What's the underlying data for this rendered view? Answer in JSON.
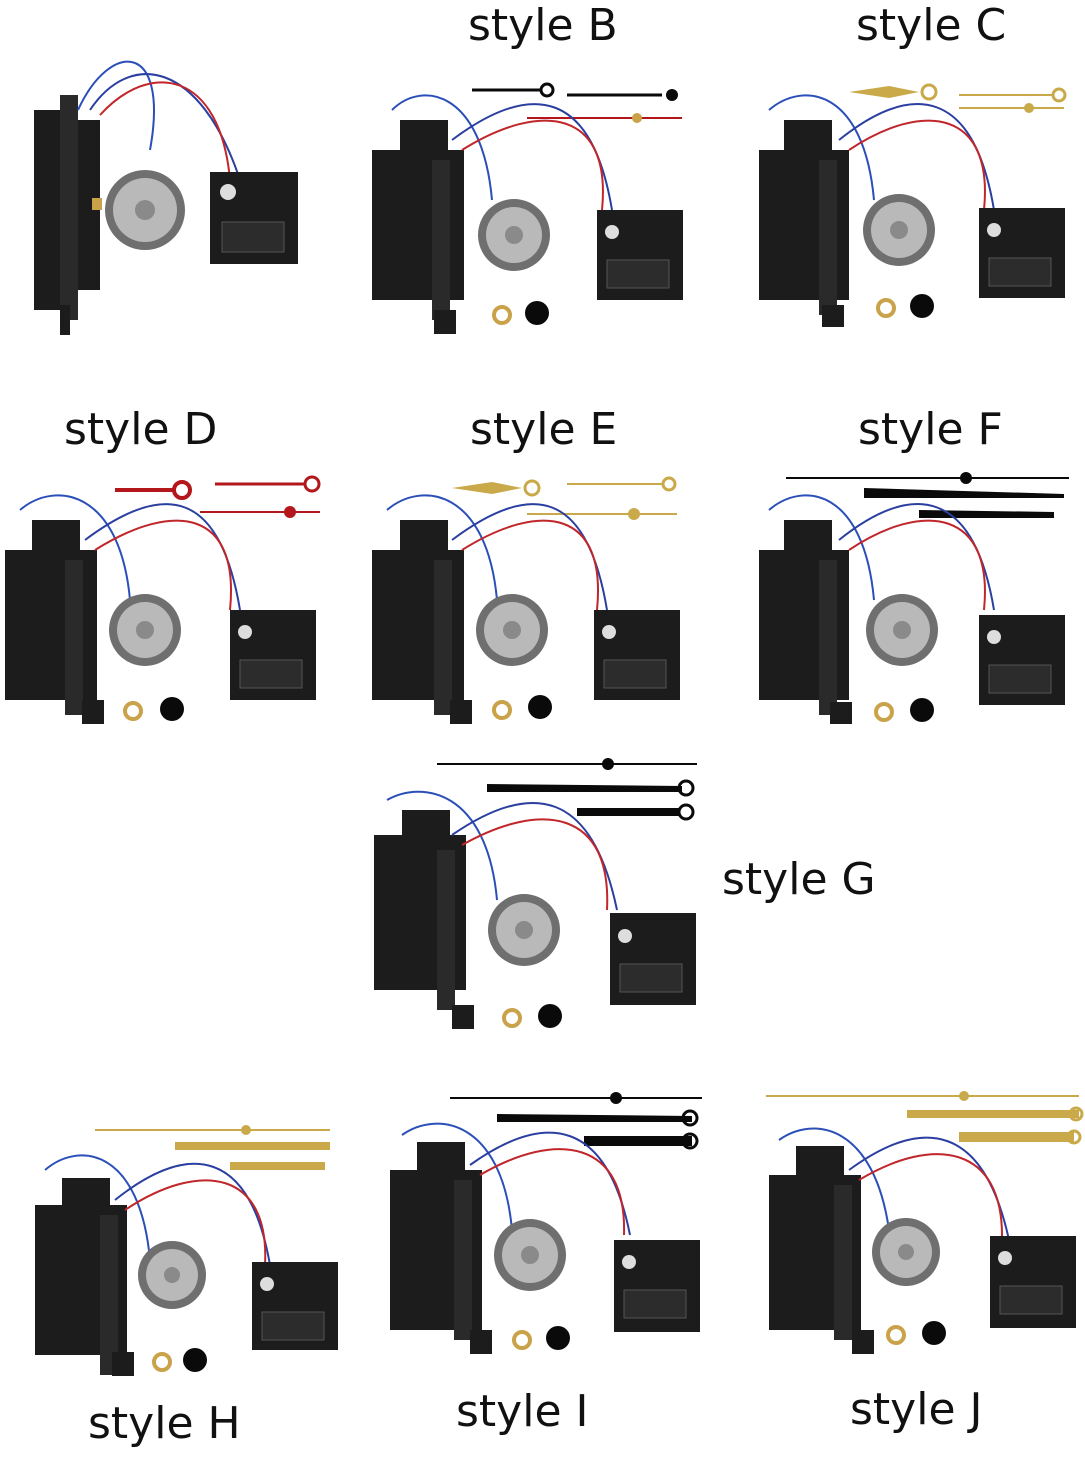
{
  "page": {
    "background": "#ffffff"
  },
  "styles": [
    {
      "id": "A",
      "label": "",
      "hands": "none",
      "show_pendulum_side_view": true
    },
    {
      "id": "B",
      "label": "style B",
      "hands": "ornate-black-red"
    },
    {
      "id": "C",
      "label": "style C",
      "hands": "ornate-gold"
    },
    {
      "id": "D",
      "label": "style D",
      "hands": "ornate-red"
    },
    {
      "id": "E",
      "label": "style E",
      "hands": "ornate-gold"
    },
    {
      "id": "F",
      "label": "style F",
      "hands": "straight-black"
    },
    {
      "id": "G",
      "label": "style G",
      "hands": "straight-black"
    },
    {
      "id": "H",
      "label": "style H",
      "hands": "straight-gold"
    },
    {
      "id": "I",
      "label": "style I",
      "hands": "straight-black"
    },
    {
      "id": "J",
      "label": "style J",
      "hands": "straight-gold"
    }
  ],
  "components": {
    "movement": "pendulum-clock-movement",
    "speaker": "speaker",
    "music_box": "music-control-box",
    "washer": "brass-washer",
    "gasket": "rubber-gasket",
    "wires": [
      "#2b4fb8",
      "#c0262a",
      "#2a3fa0"
    ]
  },
  "colors": {
    "movement": "#1c1c1c",
    "speaker_rim": "#6f6f6f",
    "speaker_cone": "#b9b9b9",
    "brass": "#c9a24a",
    "red_hand": "#b3161b",
    "gold_hand": "#c9a94a",
    "black_hand": "#0a0a0a"
  }
}
